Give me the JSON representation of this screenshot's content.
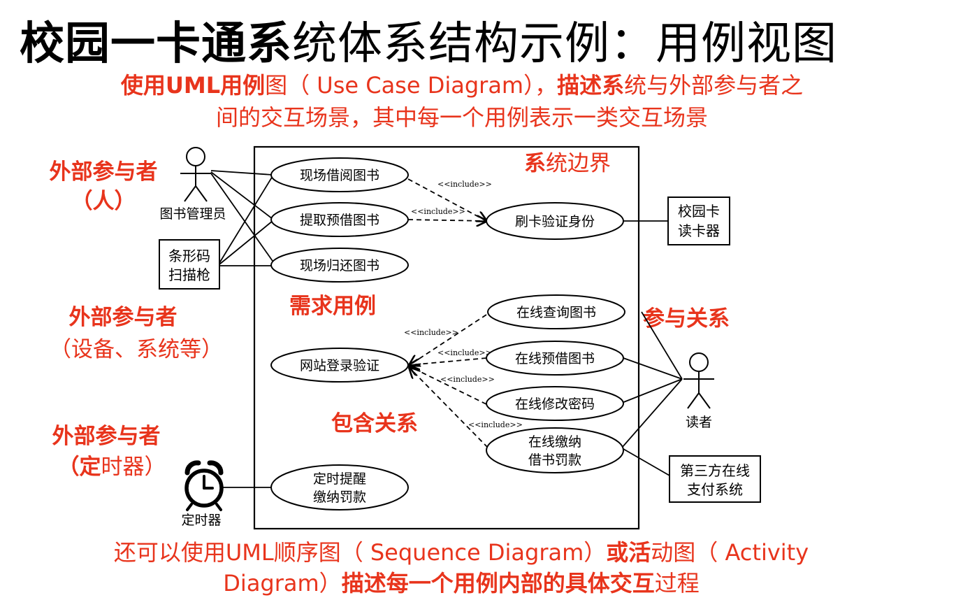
{
  "title": {
    "bold_part": "校园一卡通系",
    "normal_part": "统体系结构示例：用例视图"
  },
  "intro": {
    "line1_a": "使用UML用例",
    "line1_b": "图（ Use Case Diagram），",
    "line1_c": "描述系",
    "line1_d": "统与外部参与者之",
    "line2": "间的交互场景，其中每一个用例表示一类交互场景"
  },
  "annotations": {
    "actor_human_1": "外部参与者",
    "actor_human_2": "（人）",
    "actor_device_1": "外部参与者",
    "actor_device_2": "（设备、系统等）",
    "actor_timer_1": "外部参与者",
    "actor_timer_2a": "（定",
    "actor_timer_2b": "时器）",
    "system_boundary_a": "系",
    "system_boundary_b": "统边界",
    "requirement_use_case": "需求用例",
    "participation": "参与关系",
    "inclusion": "包含关系"
  },
  "diagram": {
    "actors": {
      "librarian": "图书管理员",
      "reader": "读者",
      "timer": "定时器"
    },
    "boxes": {
      "scanner_1": "条形码",
      "scanner_2": "扫描枪",
      "card_reader_1": "校园卡",
      "card_reader_2": "读卡器",
      "payment_1": "第三方在线",
      "payment_2": "支付系统"
    },
    "use_cases": {
      "borrow_onsite": "现场借阅图书",
      "pickup_reserved": "提取预借图书",
      "return_onsite": "现场归还图书",
      "verify_card": "刷卡验证身份",
      "search_online": "在线查询图书",
      "reserve_online": "在线预借图书",
      "change_password": "在线修改密码",
      "pay_fine_1": "在线缴纳",
      "pay_fine_2": "借书罚款",
      "website_login": "网站登录验证",
      "timer_remind_1": "定时提醒",
      "timer_remind_2": "缴纳罚款"
    },
    "include_label": "<<include>>"
  },
  "footer": {
    "line1_a": "还可以使用UML顺序图（ Sequence Diagram）",
    "line1_b": "或活",
    "line1_c": "动图（ Activity",
    "line2_a": "Diagram）",
    "line2_b": "描述每一个用例内部的具体交互",
    "line2_c": "过程"
  },
  "colors": {
    "accent_red": "#e8341c",
    "text": "#000000"
  }
}
